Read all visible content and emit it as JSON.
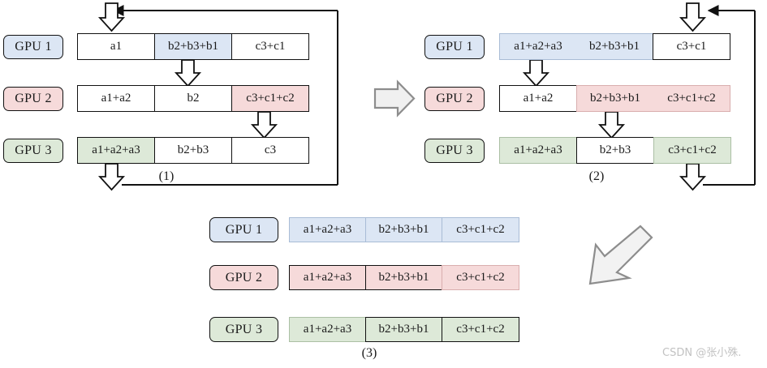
{
  "figure": {
    "title_caption_1": "(1)",
    "title_caption_2": "(2)",
    "title_caption_3": "(3)",
    "watermark": "CSDN @张小殊."
  },
  "colors": {
    "gpu1": "#dce6f4",
    "gpu2": "#f6dada",
    "gpu3": "#dde9d8",
    "empty": "#ffffff",
    "stroke": "#111111",
    "arrow_fill": "#f2f2f2",
    "arrow_stroke": "#6d6d6d",
    "watermark": "#c2c2c2"
  },
  "labels": {
    "gpu1": "GPU 1",
    "gpu2": "GPU 2",
    "gpu3": "GPU 3"
  },
  "panels": [
    {
      "id": "panel-1",
      "caption": "(1)",
      "rows": [
        {
          "gpu": "GPU 1",
          "color": "gpu1",
          "cells": [
            {
              "text": "a1",
              "fill": "empty"
            },
            {
              "text": "b2+b3+b1",
              "fill": "gpu1"
            },
            {
              "text": "c3+c1",
              "fill": "empty"
            }
          ]
        },
        {
          "gpu": "GPU 2",
          "color": "gpu2",
          "cells": [
            {
              "text": "a1+a2",
              "fill": "empty"
            },
            {
              "text": "b2",
              "fill": "empty"
            },
            {
              "text": "c3+c1+c2",
              "fill": "gpu2"
            }
          ]
        },
        {
          "gpu": "GPU 3",
          "color": "gpu3",
          "cells": [
            {
              "text": "a1+a2+a3",
              "fill": "gpu3"
            },
            {
              "text": "b2+b3",
              "fill": "empty"
            },
            {
              "text": "c3",
              "fill": "empty"
            }
          ]
        }
      ]
    },
    {
      "id": "panel-2",
      "caption": "(2)",
      "rows": [
        {
          "gpu": "GPU 1",
          "color": "gpu1",
          "cells": [
            {
              "text": "a1+a2+a3",
              "fill": "gpu1"
            },
            {
              "text": "b2+b3+b1",
              "fill": "gpu1"
            },
            {
              "text": "c3+c1",
              "fill": "empty"
            }
          ]
        },
        {
          "gpu": "GPU 2",
          "color": "gpu2",
          "cells": [
            {
              "text": "a1+a2",
              "fill": "empty"
            },
            {
              "text": "b2+b3+b1",
              "fill": "gpu2"
            },
            {
              "text": "c3+c1+c2",
              "fill": "gpu2"
            }
          ]
        },
        {
          "gpu": "GPU 3",
          "color": "gpu3",
          "cells": [
            {
              "text": "a1+a2+a3",
              "fill": "gpu3"
            },
            {
              "text": "b2+b3",
              "fill": "empty"
            },
            {
              "text": "c3+c1+c2",
              "fill": "gpu3"
            }
          ]
        }
      ]
    },
    {
      "id": "panel-3",
      "caption": "(3)",
      "rows": [
        {
          "gpu": "GPU 1",
          "color": "gpu1",
          "cells": [
            {
              "text": "a1+a2+a3",
              "fill": "gpu1"
            },
            {
              "text": "b2+b3+b1",
              "fill": "gpu1"
            },
            {
              "text": "c3+c1+c2",
              "fill": "gpu1"
            }
          ]
        },
        {
          "gpu": "GPU 2",
          "color": "gpu2",
          "cells": [
            {
              "text": "a1+a2+a3",
              "fill": "gpu2"
            },
            {
              "text": "b2+b3+b1",
              "fill": "gpu2"
            },
            {
              "text": "c3+c1+c2",
              "fill": "gpu2"
            }
          ]
        },
        {
          "gpu": "GPU 3",
          "color": "gpu3",
          "cells": [
            {
              "text": "a1+a2+a3",
              "fill": "gpu3"
            },
            {
              "text": "b2+b3+b1",
              "fill": "gpu3"
            },
            {
              "text": "c3+c1+c2",
              "fill": "gpu3"
            }
          ]
        }
      ]
    }
  ],
  "arrows": {
    "panel1_down_to_gpu1": "block-arrow-down",
    "panel1_gpu1_to_gpu2": "block-arrow-down",
    "panel1_gpu2_to_gpu3": "block-arrow-down",
    "panel1_gpu3_out": "block-arrow-down",
    "panel1_feedback": "feedback-line-arrow-left",
    "panel2_down_to_gpu1": "block-arrow-down",
    "panel2_gpu1_to_gpu2": "block-arrow-down",
    "panel2_gpu2_to_gpu3": "block-arrow-down",
    "panel2_gpu3_out": "block-arrow-down",
    "panel2_feedback": "feedback-line-arrow-left",
    "panel1_to_panel2": "big-arrow-right",
    "panel2_to_panel3": "big-arrow-down-left"
  }
}
